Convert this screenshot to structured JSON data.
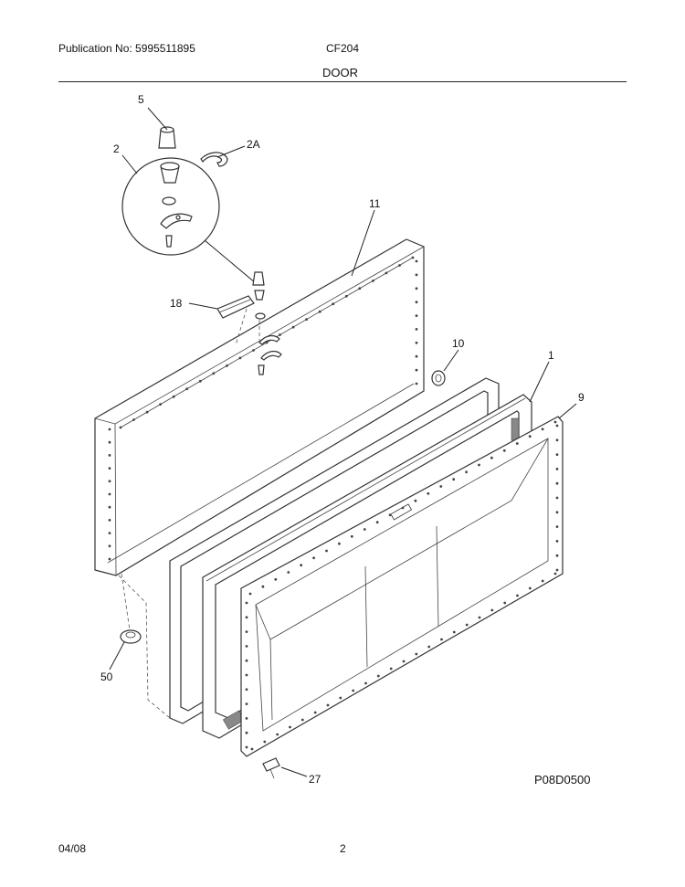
{
  "header": {
    "publication": "Publication No: 5995511895",
    "model": "CF204",
    "section_title": "DOOR"
  },
  "callouts": {
    "c1": "1",
    "c2": "2",
    "c2a": "2A",
    "c5": "5",
    "c9": "9",
    "c10": "10",
    "c11": "11",
    "c18": "18",
    "c27": "27",
    "c50": "50"
  },
  "diagram_code": "P08D0500",
  "footer": {
    "date": "04/08",
    "page": "2"
  }
}
